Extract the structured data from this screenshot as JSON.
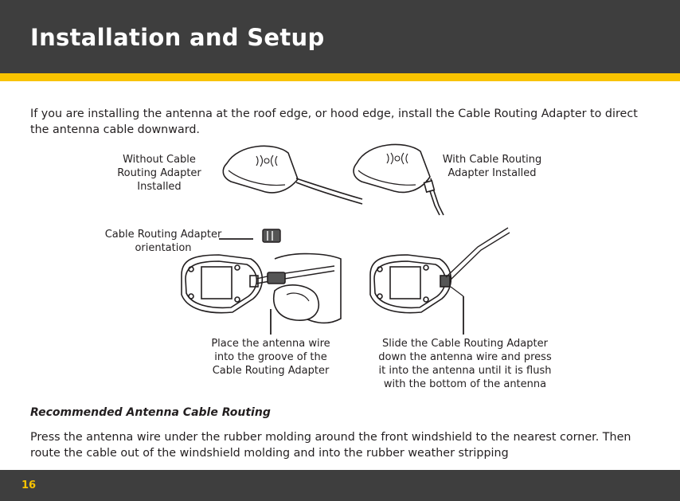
{
  "header": {
    "title": "Installation and Setup"
  },
  "intro": "If you are installing the antenna at the roof edge, or hood edge, install the Cable Routing Adapter to direct the antenna cable downward.",
  "figure": {
    "label_without": "Without Cable Routing Adapter Installed",
    "label_with": "With Cable Routing Adapter Installed",
    "label_orientation": "Cable Routing Adapter orientation",
    "label_place": "Place the antenna wire into the groove of the Cable Routing Adapter",
    "label_slide": "Slide the Cable Routing Adapter down the antenna wire and press it into the antenna until it is flush with the bottom of the antenna"
  },
  "section": {
    "title": "Recommended Antenna Cable Routing",
    "body": "Press the antenna wire under the rubber molding around the front windshield to the nearest corner. Then route the cable out of the windshield molding and into the rubber weather stripping"
  },
  "footer": {
    "page_number": "16"
  },
  "colors": {
    "header_bg": "#3e3e3e",
    "accent": "#f8c300"
  }
}
